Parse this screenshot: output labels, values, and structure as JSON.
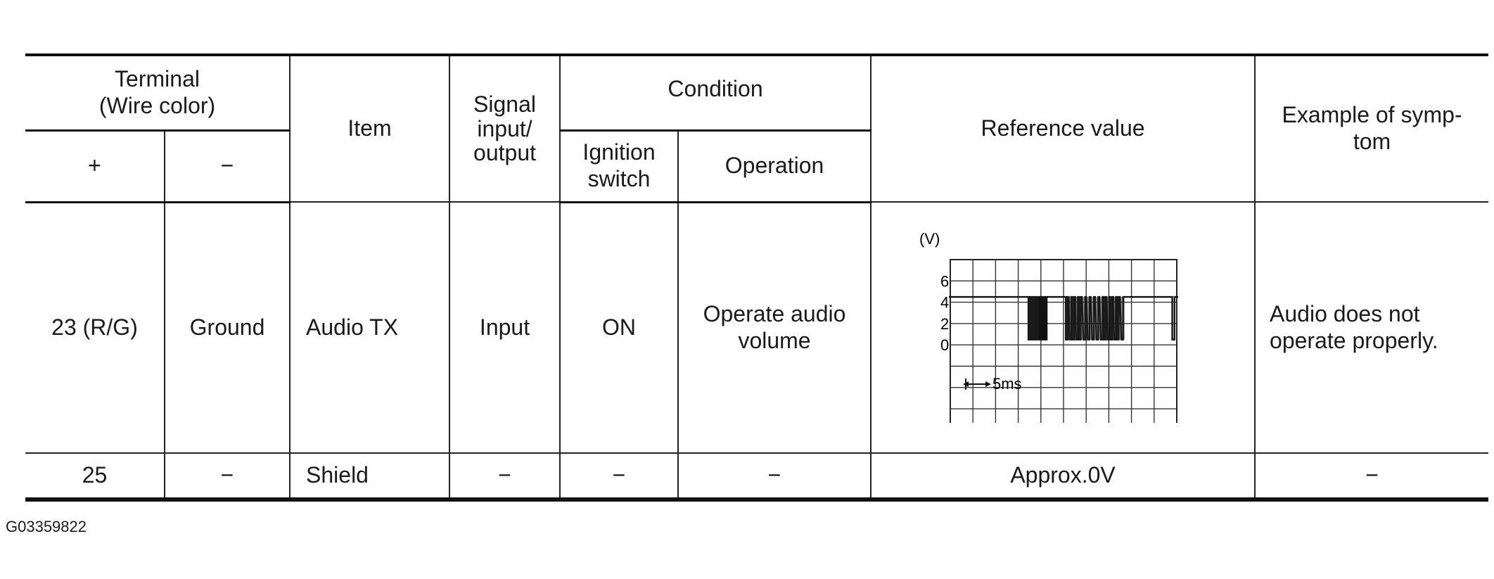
{
  "header": {
    "terminal": "Terminal\n(Wire color)",
    "plus": "+",
    "minus": "−",
    "item": "Item",
    "signal": "Signal\ninput/\noutput",
    "condition": "Condition",
    "ignition": "Ignition\nswitch",
    "operation": "Operation",
    "reference": "Reference value",
    "symptom": "Example of symp-\ntom"
  },
  "rows": [
    {
      "plus": "23 (R/G)",
      "minus": "Ground",
      "item": "Audio TX",
      "signal": "Input",
      "ignition": "ON",
      "operation": "Operate audio\nvolume",
      "reference": {
        "waveform": {
          "unit": "(V)",
          "ticks": [
            "6",
            "4",
            "2",
            "0"
          ],
          "timebase": "5ms",
          "high_level_v": 4.5,
          "low_level_v": 0.5
        }
      },
      "symptom": "Audio does not\noperate properly."
    },
    {
      "plus": "25",
      "minus": "−",
      "item": "Shield",
      "signal": "−",
      "ignition": "−",
      "operation": "−",
      "reference": "Approx.0V",
      "symptom": "−"
    }
  ],
  "figure_id": "G03359822"
}
